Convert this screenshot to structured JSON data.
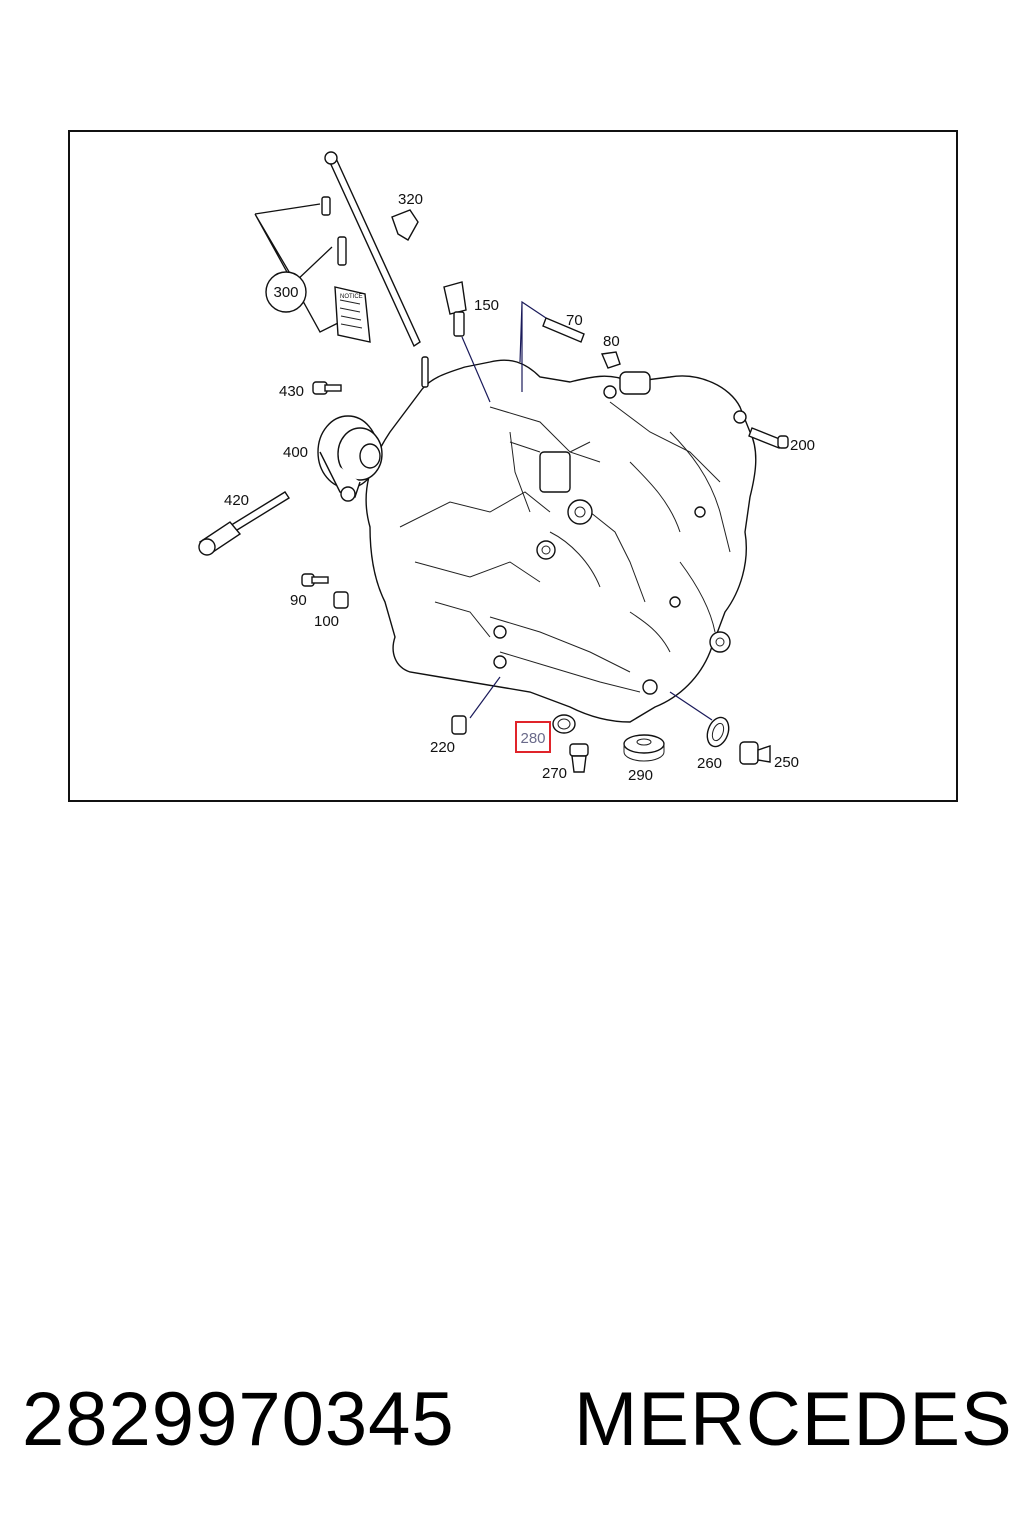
{
  "diagram": {
    "callouts": {
      "c320": "320",
      "c300": "300",
      "c150": "150",
      "c70": "70",
      "c80": "80",
      "c430": "430",
      "c400": "400",
      "c200": "200",
      "c420": "420",
      "c90": "90",
      "c100": "100",
      "c220": "220",
      "c280": "280",
      "c270": "270",
      "c290": "290",
      "c260": "260",
      "c250": "250"
    },
    "booklet_text": "NOTICE",
    "highlight_color": "#e0242a",
    "highlighted_callout": "280"
  },
  "footer": {
    "part_number": "2829970345",
    "brand": "MERCEDES"
  }
}
